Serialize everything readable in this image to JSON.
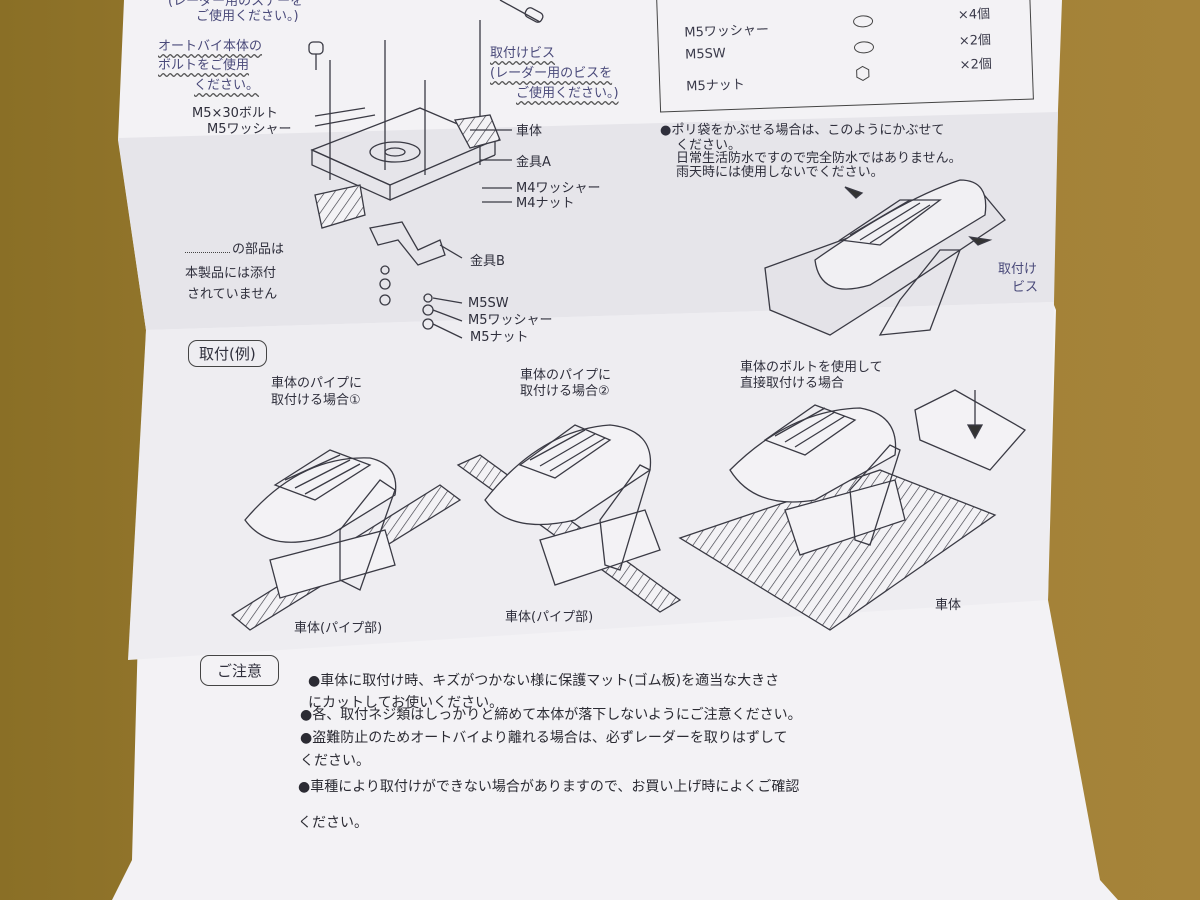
{
  "exploded_view": {
    "top_label_line1": "(レーダー用のステーを",
    "top_label_line2": "ご使用ください。)",
    "motorcycle_bolt_line1": "オートバイ本体の",
    "motorcycle_bolt_line2": "ボルトをご使用",
    "motorcycle_bolt_line3": "ください。",
    "bolt_label": "M5×30ボルト",
    "washer_label": "M5ワッシャー",
    "mount_screw_line1": "取付けビス",
    "mount_screw_line2": "(レーダー用のビスを",
    "mount_screw_line3": "ご使用ください。)",
    "body_label": "車体",
    "bracket_a_label": "金具A",
    "m4_washer_label": "M4ワッシャー",
    "m4_nut_label": "M4ナット",
    "bracket_b_label": "金具B",
    "m5_sw_label": "M5SW",
    "m5_washer_label": "M5ワッシャー",
    "m5_nut_label": "M5ナット",
    "not_included_line1": "の部品は",
    "not_included_line2": "本製品には添付",
    "not_included_line3": "されていません"
  },
  "parts_list": {
    "rows": [
      {
        "name": "",
        "qty": "×4個"
      },
      {
        "name": "M5ワッシャー",
        "qty": "×2個"
      },
      {
        "name": "M5SW",
        "qty": "×2個"
      },
      {
        "name": "M5ナット",
        "qty": ""
      }
    ]
  },
  "bag_note": {
    "line1": "●ポリ袋をかぶせる場合は、このようにかぶせて",
    "line2": "ください。",
    "line3": "日常生活防水ですので完全防水ではありません。",
    "line4": "雨天時には使用しないでください。",
    "screw_label_line1": "取付け",
    "screw_label_line2": "ビス"
  },
  "examples": {
    "heading": "取付(例)",
    "items": [
      {
        "caption_line1": "車体のパイプに",
        "caption_line2": "取付ける場合①",
        "bottom_label": "車体(パイプ部)"
      },
      {
        "caption_line1": "車体のパイプに",
        "caption_line2": "取付ける場合②",
        "bottom_label": "車体(パイプ部)"
      },
      {
        "caption_line1": "車体のボルトを使用して",
        "caption_line2": "直接取付ける場合",
        "bottom_label": "車体"
      }
    ]
  },
  "cautions": {
    "heading": "ご注意",
    "lines": [
      "●車体に取付け時、キズがつかない様に保護マット(ゴム板)を適当な大きさ",
      "  にカットしてお使いください。",
      "●各、取付ネジ類はしっかりと締めて本体が落下しないようにご注意ください。",
      "●盗難防止のためオートバイより離れる場合は、必ずレーダーを取りはずして",
      "  ください。",
      "●車種により取付けができない場合がありますので、お買い上げ時によくご確認",
      "  ください。"
    ]
  },
  "colors": {
    "background": "#9c7c2e",
    "paper": "#f1f0f3",
    "paper_shadow": "#dedde3",
    "ink": "#2f2f3c"
  }
}
